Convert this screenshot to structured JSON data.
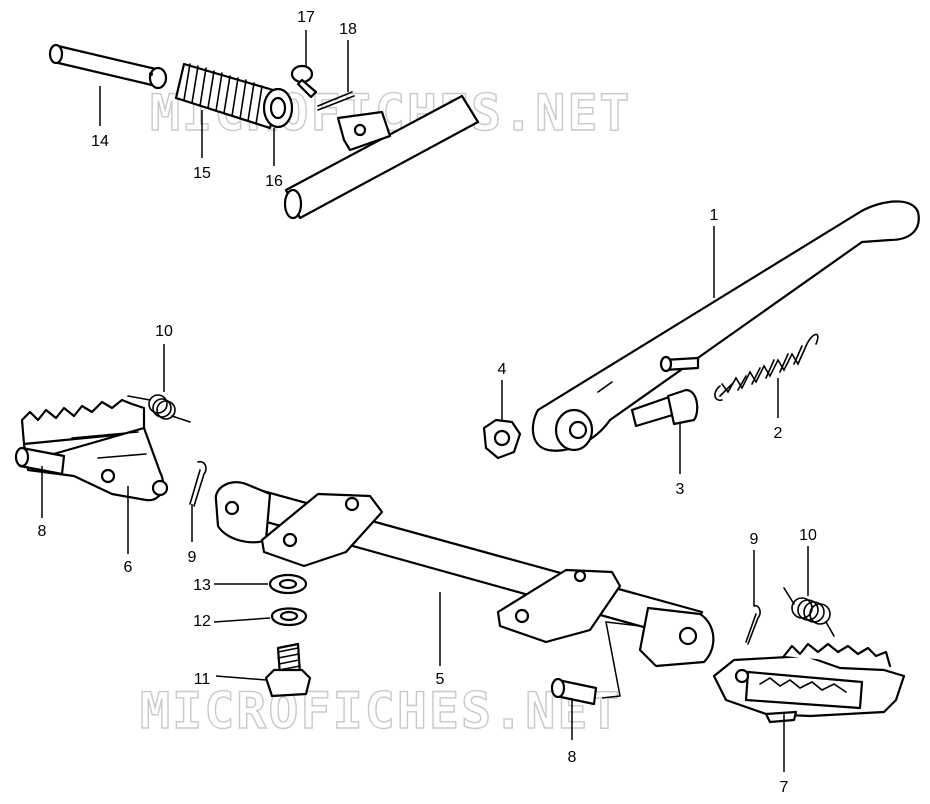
{
  "watermark": {
    "top": "MICROFICHES.NET",
    "bottom": "MICROFICHES.NET"
  },
  "callouts": {
    "c1": "1",
    "c2": "2",
    "c3": "3",
    "c4": "4",
    "c5": "5",
    "c6": "6",
    "c7": "7",
    "c8a": "8",
    "c8b": "8",
    "c9a": "9",
    "c9b": "9",
    "c10a": "10",
    "c10b": "10",
    "c11": "11",
    "c12": "12",
    "c13": "13",
    "c14": "14",
    "c15": "15",
    "c16": "16",
    "c17": "17",
    "c18": "18"
  }
}
